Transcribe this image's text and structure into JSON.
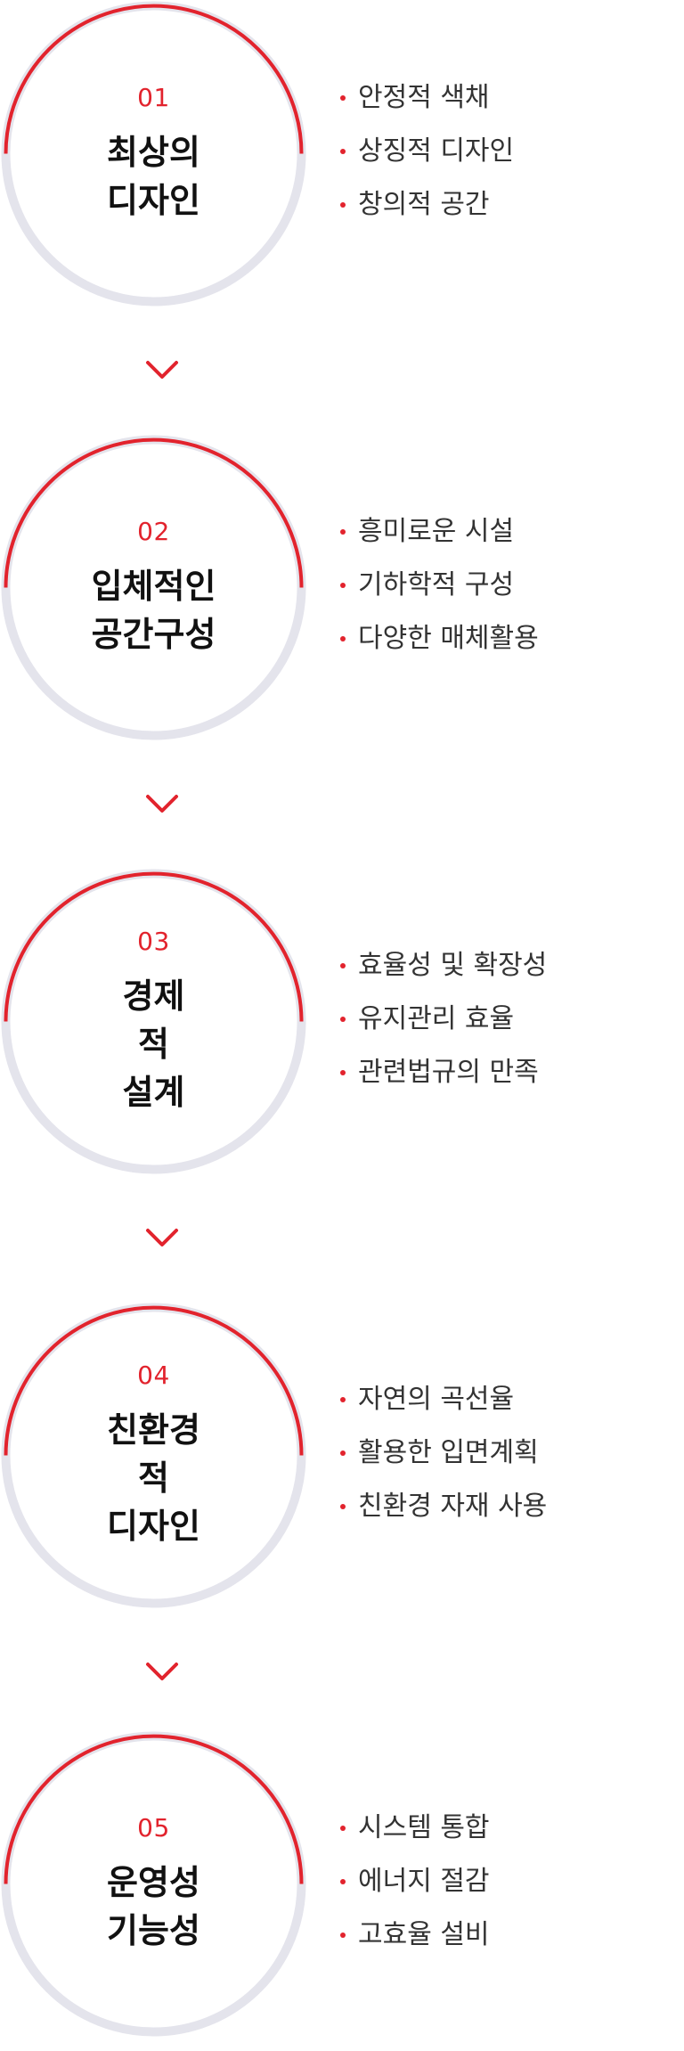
{
  "colors": {
    "accent": "#e2232d",
    "ring": "#e4e4ec",
    "title": "#111111",
    "text": "#333333"
  },
  "steps": [
    {
      "number": "01",
      "title": "최상의\n디자인",
      "features": [
        "안정적 색채",
        "상징적 디자인",
        "창의적 공간"
      ]
    },
    {
      "number": "02",
      "title": "입체적인\n공간구성",
      "features": [
        "흥미로운 시설",
        "기하학적 구성",
        "다양한 매체활용"
      ]
    },
    {
      "number": "03",
      "title": "경제\n적\n설계",
      "features": [
        "효율성 및 확장성",
        "유지관리 효율",
        "관련법규의 만족"
      ]
    },
    {
      "number": "04",
      "title": "친환경\n적\n디자인",
      "features": [
        "자연의 곡선율",
        "활용한 입면계획",
        "친환경 자재 사용"
      ]
    },
    {
      "number": "05",
      "title": "운영성\n기능성",
      "features": [
        "시스템 통합",
        "에너지 절감",
        "고효율 설비"
      ]
    }
  ],
  "connector_icon": "chevron-down-icon"
}
